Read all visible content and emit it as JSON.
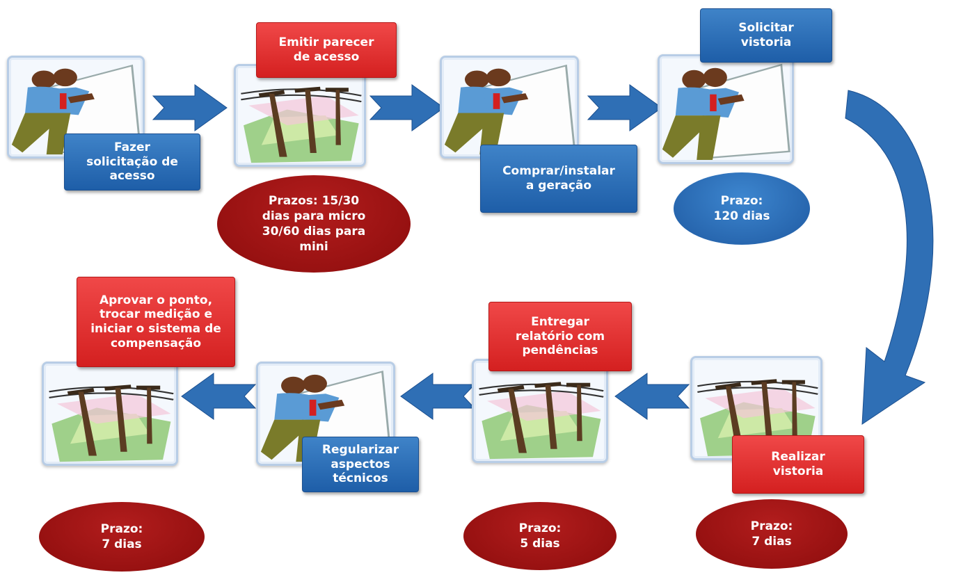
{
  "steps": {
    "s1": "Fazer\nsolicitação de\nacesso",
    "s2": "Emitir parecer\nde acesso",
    "s3": "Comprar/instalar\na geração",
    "s4": "Solicitar\nvistoria",
    "s5": "Realizar\nvistoria",
    "s6": "Entregar\nrelatório com\npendências",
    "s7": "Regularizar\naspectos\ntécnicos",
    "s8": "Aprovar o ponto,\ntrocar medição e\niniciar o sistema de\ncompensação"
  },
  "deadlines": {
    "d1": "Prazos: 15/30\ndias para micro\n30/60 dias para\nmini",
    "d2": "Prazo:\n120 dias",
    "d3": "Prazo:\n7 dias",
    "d4": "Prazo:\n5 dias",
    "d5": "Prazo:\n7 dias"
  },
  "colors": {
    "blue": "#1e5ea8",
    "red": "#d42020",
    "dark_red": "#8c0c0c",
    "arrow": "#2f6fb5"
  },
  "icons": {
    "person": "person-with-paper-icon",
    "pylon": "power-pylon-icon"
  }
}
